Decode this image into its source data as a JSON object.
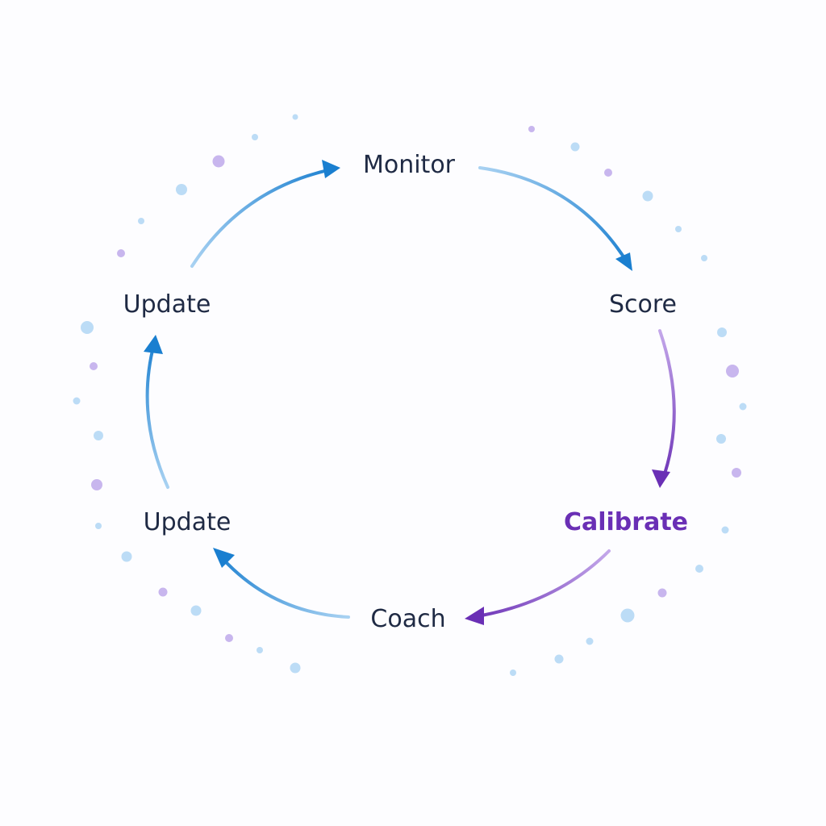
{
  "diagram": {
    "type": "cycle",
    "nodes": [
      {
        "id": "monitor",
        "label": "Monitor",
        "highlight": false
      },
      {
        "id": "score",
        "label": "Score",
        "highlight": false
      },
      {
        "id": "calibrate",
        "label": "Calibrate",
        "highlight": true
      },
      {
        "id": "coach",
        "label": "Coach",
        "highlight": false
      },
      {
        "id": "update-lower",
        "label": "Update",
        "highlight": false
      },
      {
        "id": "update-upper",
        "label": "Update",
        "highlight": false
      }
    ],
    "edges": [
      {
        "from": "monitor",
        "to": "score"
      },
      {
        "from": "score",
        "to": "calibrate"
      },
      {
        "from": "calibrate",
        "to": "coach"
      },
      {
        "from": "coach",
        "to": "update-lower"
      },
      {
        "from": "update-lower",
        "to": "update-upper"
      },
      {
        "from": "update-upper",
        "to": "monitor"
      }
    ]
  },
  "colors": {
    "label": "#1f2a44",
    "highlight": "#6a2fb5",
    "blue_strong": "#1a7fd0",
    "blue_light": "#a9d2f2",
    "purple_strong": "#6a2fb5",
    "purple_light": "#c4a8ea",
    "dot_blue": "#bcdcf6",
    "dot_purple": "#c8b6ee",
    "background": "#fdfdff"
  }
}
